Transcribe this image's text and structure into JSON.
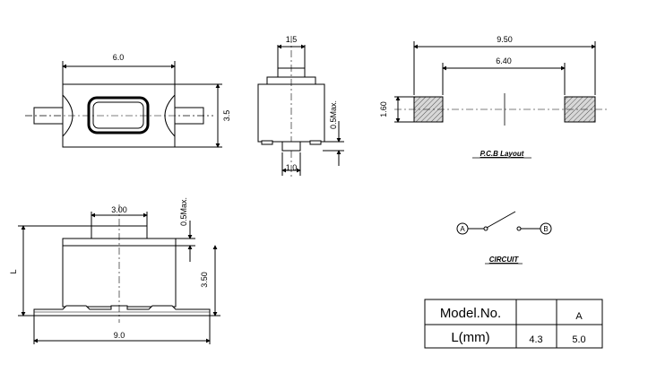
{
  "top_view": {
    "width_label": "6.0",
    "height_label": "3.5"
  },
  "side_view": {
    "top_label": "1.5",
    "bottom_label": "1.0",
    "max_label": "0.5Max."
  },
  "pcb": {
    "outer_label": "9.50",
    "inner_label": "6.40",
    "pad_label": "1.60",
    "caption": "P.C.B Layout"
  },
  "front_view": {
    "top_label": "3.00",
    "max_label": "0.5Max.",
    "height_label": "3.50",
    "l_label": "L",
    "width_label": "9.0"
  },
  "circuit": {
    "node_a": "A",
    "node_b": "B",
    "caption": "CIRCUIT"
  },
  "table": {
    "header": [
      "Model.No.",
      "",
      "A"
    ],
    "row": [
      "L(mm)",
      "4.3",
      "5.0"
    ]
  }
}
